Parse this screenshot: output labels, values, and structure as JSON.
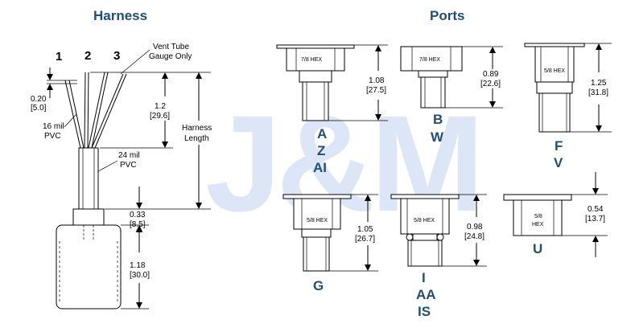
{
  "titles": {
    "harness": "Harness",
    "ports": "Ports"
  },
  "watermark": "J&M",
  "harness": {
    "wire_numbers": [
      "1",
      "2",
      "3"
    ],
    "vent_tube_label": [
      "Vent Tube",
      "Gauge Only"
    ],
    "dim_top": [
      "0.20",
      "[5.0]"
    ],
    "wire_16": [
      "16 mil",
      "PVC"
    ],
    "wire_24": [
      "24 mil",
      "PVC"
    ],
    "dim_1_2": [
      "1.2",
      "[29.6]"
    ],
    "harness_length": [
      "Harness",
      "Length"
    ],
    "dim_0_33": [
      "0.33",
      "[8.5]"
    ],
    "dim_1_18": [
      "1.18",
      "[30.0]"
    ]
  },
  "ports": {
    "azai": {
      "hex": "7/8 HEX",
      "dim": [
        "1.08",
        "[27.5]"
      ],
      "codes": [
        "A",
        "Z",
        "AI"
      ]
    },
    "bw": {
      "hex": "7/8 HEX",
      "dim": [
        "0.89",
        "[22.6]"
      ],
      "codes": [
        "B",
        "W"
      ]
    },
    "fv": {
      "hex": "5/8 HEX",
      "dim": [
        "1.25",
        "[31.8]"
      ],
      "codes": [
        "F",
        "V"
      ]
    },
    "g": {
      "hex": "5/8 HEX",
      "dim": [
        "1.05",
        "[26.7]"
      ],
      "codes": [
        "G"
      ]
    },
    "iaais": {
      "hex": "5/8 HEX",
      "dim": [
        "0.98",
        "[24.8]"
      ],
      "codes": [
        "I",
        "AA",
        "IS"
      ]
    },
    "u": {
      "hex": [
        "5/8",
        "HEX"
      ],
      "dim": [
        "0.54",
        "[13.7]"
      ],
      "codes": [
        "U"
      ]
    }
  }
}
